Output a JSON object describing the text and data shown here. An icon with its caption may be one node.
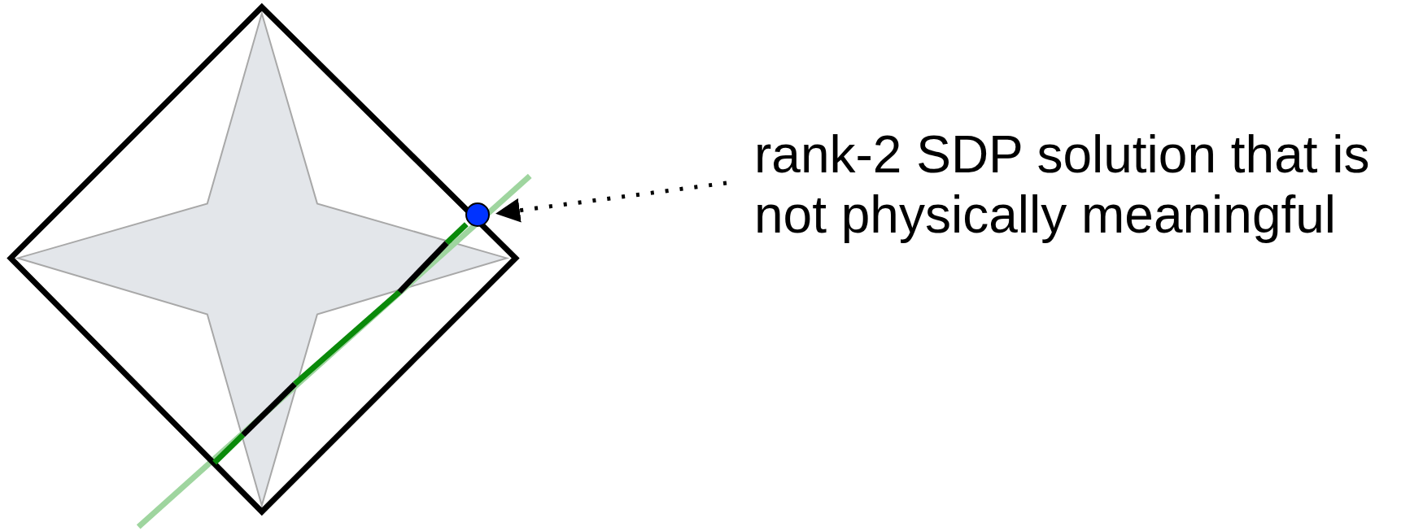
{
  "diagram": {
    "nodes": [
      {
        "text": [
          "rank-2 SDP solution that is not physically meaningful"
        ]
      },
      {
        "text": [],
        "shape": "circle"
      }
    ],
    "edges": [
      {
        "from": 0,
        "to": 1,
        "arrow": "to",
        "style": "dashed"
      }
    ]
  }
}
